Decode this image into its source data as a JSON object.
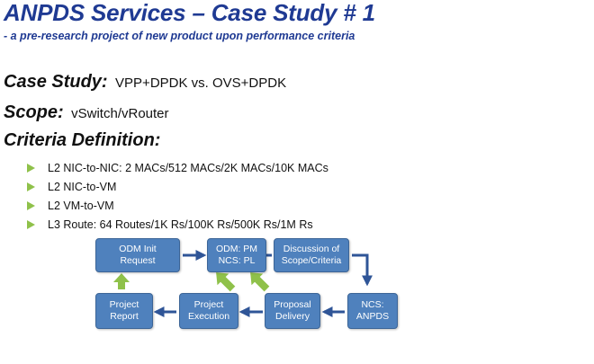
{
  "title": "ANPDS Services – Case Study # 1",
  "subtitle": "- a pre-research project of new product upon performance criteria",
  "case_study": {
    "label": "Case Study:",
    "value": "VPP+DPDK vs. OVS+DPDK"
  },
  "scope": {
    "label": "Scope:",
    "value": "vSwitch/vRouter"
  },
  "criteria": {
    "label": "Criteria Definition:",
    "items": [
      "L2 NIC-to-NIC: 2 MACs/512 MACs/2K MACs/10K MACs",
      "L2 NIC-to-VM",
      "L2 VM-to-VM",
      "L3 Route: 64 Routes/1K Rs/100K Rs/500K Rs/1M Rs"
    ]
  },
  "flow": {
    "odm_init": "ODM Init\nRequest",
    "odm_pm": "ODM: PM\nNCS: PL",
    "discussion": "Discussion of\nScope/Criteria",
    "ncs_anpds": "NCS:\nANPDS",
    "proposal": "Proposal\nDelivery",
    "execution": "Project\nExecution",
    "report": "Project\nReport"
  },
  "colors": {
    "title": "#1f3a93",
    "box_fill": "#4f81bd",
    "box_border": "#3c6597",
    "flow_arrow": "#2f5597",
    "green_arrow": "#8fc14a"
  }
}
